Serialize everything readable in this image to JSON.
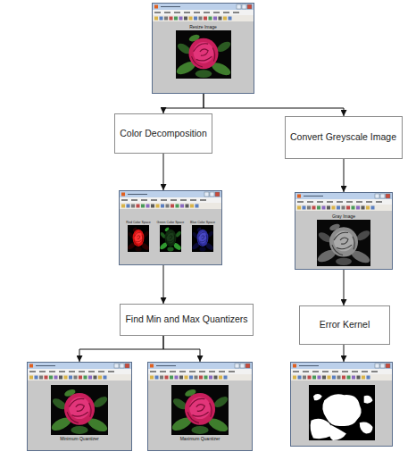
{
  "diagram": {
    "nodes": [
      {
        "text": [
          "Resize Image"
        ]
      },
      {
        "text": [
          "Color Decomposition"
        ]
      },
      {
        "text": [
          "Convert Greyscale Image"
        ]
      },
      {
        "text": [
          "Red Color Space",
          "Green Color Space",
          "Blue Color Space"
        ]
      },
      {
        "text": [
          "Gray Image"
        ]
      },
      {
        "text": [
          "Find Min and Max Quantizers"
        ]
      },
      {
        "text": [
          "Error Kernel"
        ]
      },
      {
        "text": [
          "Minimum Quantizer"
        ]
      },
      {
        "text": [
          "Maximum Quantizer"
        ]
      },
      {
        "text": []
      }
    ],
    "edges": [
      {
        "from": 0,
        "to": 1,
        "arrow": "to"
      },
      {
        "from": 0,
        "to": 2,
        "arrow": "to"
      },
      {
        "from": 1,
        "to": 3,
        "arrow": "to"
      },
      {
        "from": 2,
        "to": 4,
        "arrow": "to"
      },
      {
        "from": 3,
        "to": 5,
        "arrow": "to"
      },
      {
        "from": 4,
        "to": 6,
        "arrow": "to"
      },
      {
        "from": 5,
        "to": 7,
        "arrow": "to"
      },
      {
        "from": 5,
        "to": 8,
        "arrow": "to"
      },
      {
        "from": 6,
        "to": 9,
        "arrow": "to"
      }
    ]
  }
}
